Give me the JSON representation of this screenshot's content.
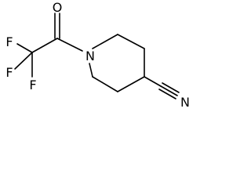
{
  "molecule": {
    "atoms": {
      "oxygen": "O",
      "nitrogen_ring": "N",
      "nitrogen_nitrile": "N",
      "fluorine_1": "F",
      "fluorine_2": "F",
      "fluorine_3": "F"
    },
    "colors": {
      "bond": "#000000",
      "label": "#000000",
      "background": "#ffffff"
    }
  }
}
